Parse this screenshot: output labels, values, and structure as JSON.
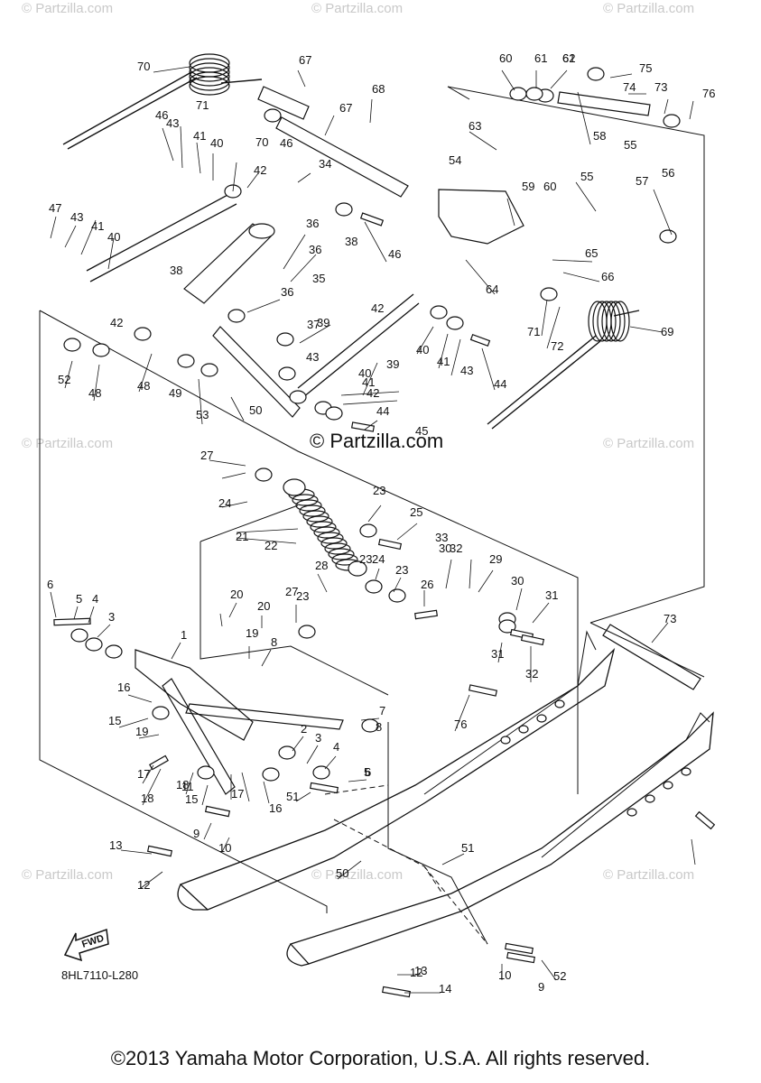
{
  "watermarks": [
    "© Partzilla.com",
    "© Partzilla.com",
    "© Partzilla.com",
    "© Partzilla.com",
    "© Partzilla.com",
    "© Partzilla.com",
    "© Partzilla.com",
    "© Partzilla.com"
  ],
  "brand_center": "© Partzilla.com",
  "diagram_code": "8HL7110-L280",
  "fwd_label": "FWD",
  "copyright": "©2013 Yamaha Motor Corporation, U.S.A. All rights reserved.",
  "callouts": [
    "1",
    "2",
    "3",
    "3",
    "4",
    "4",
    "5",
    "5",
    "6",
    "6",
    "7",
    "8",
    "8",
    "9",
    "9",
    "10",
    "10",
    "11",
    "12",
    "12",
    "13",
    "13",
    "14",
    "15",
    "15",
    "16",
    "16",
    "17",
    "17",
    "18",
    "18",
    "19",
    "19",
    "20",
    "20",
    "21",
    "22",
    "23",
    "23",
    "23",
    "23",
    "24",
    "24",
    "25",
    "26",
    "27",
    "27",
    "28",
    "29",
    "30",
    "30",
    "31",
    "31",
    "32",
    "32",
    "33",
    "34",
    "35",
    "36",
    "36",
    "36",
    "37",
    "38",
    "38",
    "39",
    "39",
    "40",
    "40",
    "40",
    "40",
    "41",
    "41",
    "41",
    "41",
    "42",
    "42",
    "42",
    "42",
    "43",
    "43",
    "43",
    "43",
    "44",
    "44",
    "45",
    "46",
    "46",
    "46",
    "47",
    "48",
    "48",
    "49",
    "50",
    "50",
    "51",
    "51",
    "52",
    "52",
    "53",
    "54",
    "55",
    "55",
    "56",
    "57",
    "58",
    "59",
    "60",
    "60",
    "61",
    "61",
    "62",
    "63",
    "64",
    "65",
    "66",
    "67",
    "67",
    "68",
    "69",
    "70",
    "70",
    "71",
    "71",
    "72",
    "73",
    "73",
    "74",
    "75",
    "76",
    "76"
  ]
}
